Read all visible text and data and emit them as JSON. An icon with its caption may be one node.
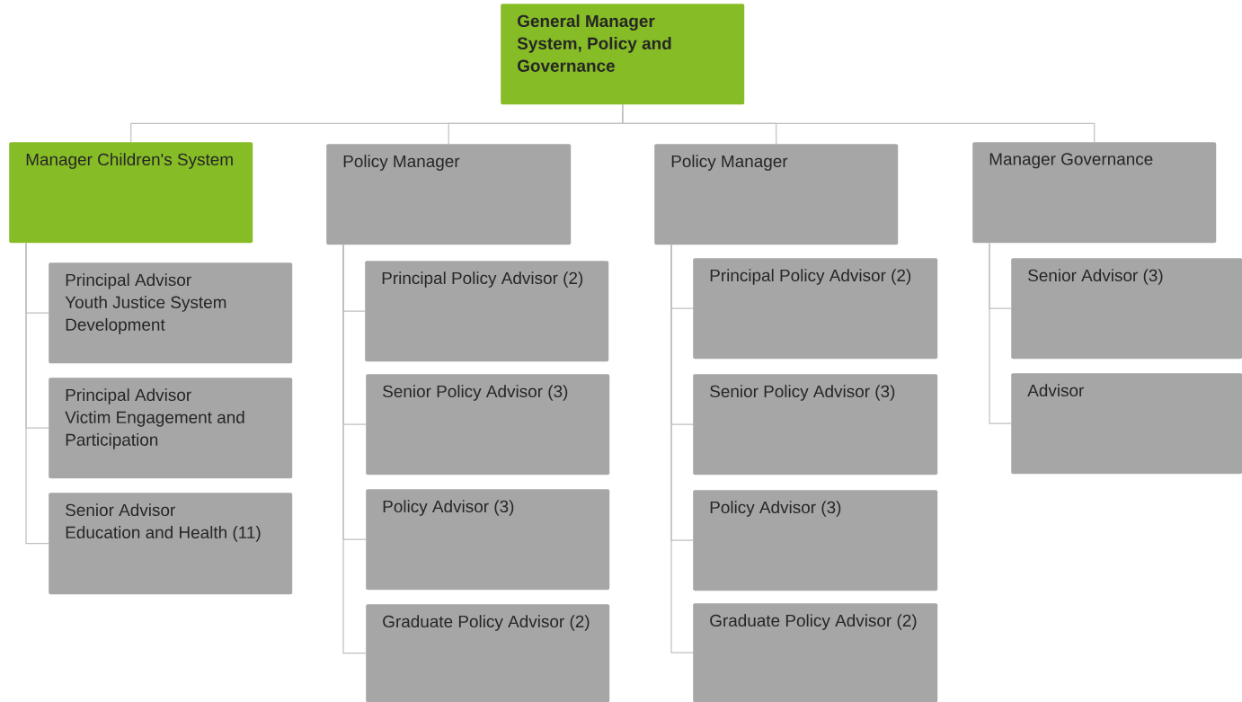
{
  "diagram": {
    "nodes": [
      {
        "text": [
          "General Manager",
          "System, Policy and Governance"
        ]
      },
      {
        "text": [
          "Manager Children's System"
        ]
      },
      {
        "text": [
          "Policy Manager"
        ]
      },
      {
        "text": [
          "Policy Manager"
        ]
      },
      {
        "text": [
          "Manager Governance"
        ]
      },
      {
        "text": [
          "Principal Advisor",
          "Youth Justice System Development"
        ]
      },
      {
        "text": [
          "Principal Advisor",
          "Victim Engagement and Participation"
        ]
      },
      {
        "text": [
          "Senior Advisor",
          "Education and Health (11)"
        ]
      },
      {
        "text": [
          "Principal Policy Advisor (2)"
        ]
      },
      {
        "text": [
          "Senior Policy Advisor (3)"
        ]
      },
      {
        "text": [
          "Policy Advisor (3)"
        ]
      },
      {
        "text": [
          "Graduate Policy Advisor (2)"
        ]
      },
      {
        "text": [
          "Principal Policy Advisor (2)"
        ]
      },
      {
        "text": [
          "Senior Policy Advisor (3)"
        ]
      },
      {
        "text": [
          "Policy Advisor (3)"
        ]
      },
      {
        "text": [
          "Graduate Policy Advisor (2)"
        ]
      },
      {
        "text": [
          "Senior Advisor (3)"
        ]
      },
      {
        "text": [
          "Advisor"
        ]
      }
    ],
    "edges": [
      {
        "from": 0,
        "to": 1,
        "arrow": "none"
      },
      {
        "from": 0,
        "to": 2,
        "arrow": "none"
      },
      {
        "from": 0,
        "to": 3,
        "arrow": "none"
      },
      {
        "from": 0,
        "to": 4,
        "arrow": "none"
      },
      {
        "from": 1,
        "to": 5,
        "arrow": "none"
      },
      {
        "from": 1,
        "to": 6,
        "arrow": "none"
      },
      {
        "from": 1,
        "to": 7,
        "arrow": "none"
      },
      {
        "from": 2,
        "to": 8,
        "arrow": "none"
      },
      {
        "from": 2,
        "to": 9,
        "arrow": "none"
      },
      {
        "from": 2,
        "to": 10,
        "arrow": "none"
      },
      {
        "from": 2,
        "to": 11,
        "arrow": "none"
      },
      {
        "from": 3,
        "to": 12,
        "arrow": "none"
      },
      {
        "from": 3,
        "to": 13,
        "arrow": "none"
      },
      {
        "from": 3,
        "to": 14,
        "arrow": "none"
      },
      {
        "from": 3,
        "to": 15,
        "arrow": "none"
      },
      {
        "from": 4,
        "to": 16,
        "arrow": "none"
      },
      {
        "from": 4,
        "to": 17,
        "arrow": "none"
      }
    ]
  }
}
